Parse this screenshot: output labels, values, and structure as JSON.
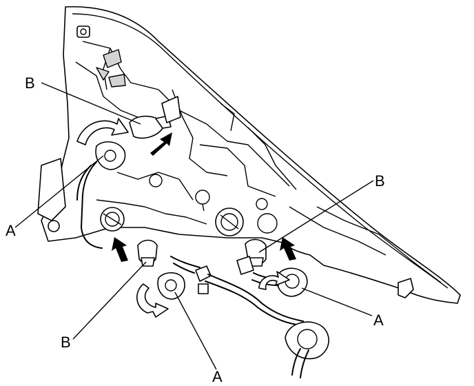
{
  "diagram": {
    "labels": {
      "b_top_left": "B",
      "a_left": "A",
      "b_right": "B",
      "a_right": "A",
      "b_bottom_left": "B",
      "a_bottom": "A"
    }
  }
}
